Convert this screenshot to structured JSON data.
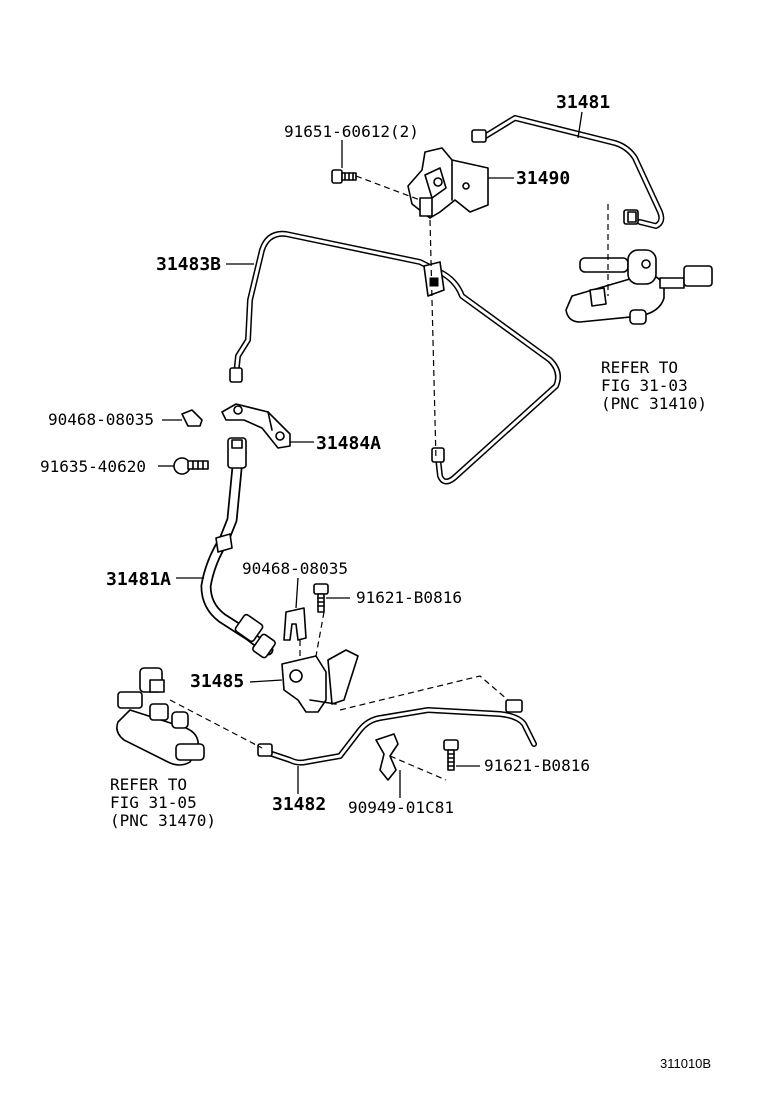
{
  "labels": {
    "p31481": "31481",
    "p91651": "91651-60612(2)",
    "p31490": "31490",
    "p31483B": "31483B",
    "refer1": [
      "REFER TO",
      "FIG 31-03",
      "(PNC 31410)"
    ],
    "p90468a": "90468-08035",
    "p31484A": "31484A",
    "p91635": "91635-40620",
    "p31481A": "31481A",
    "p90468b": "90468-08035",
    "p91621a": "91621-B0816",
    "p31485": "31485",
    "refer2": [
      "REFER TO",
      "FIG 31-05",
      "(PNC 31470)"
    ],
    "p91621b": "91621-B0816",
    "p31482": "31482",
    "p90949": "90949-01C81"
  },
  "figure_code": "311010B"
}
